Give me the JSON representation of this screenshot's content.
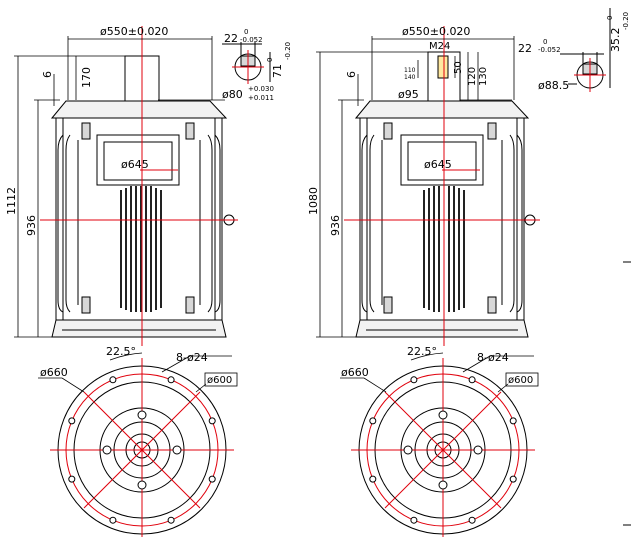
{
  "colors": {
    "line": "#000000",
    "center": "#e0000c",
    "fill_light": "#f2f2f2",
    "fill_dark": "#2a2a2a",
    "bolt_fill": "#d8d8d8"
  },
  "left": {
    "shaft_dia": "ø550±0.020",
    "key_width": "22",
    "key_width_tol_up": "0",
    "key_width_tol_low": "-0.052",
    "shaft_key_depth": "71",
    "shaft_key_depth_tol_up": "0",
    "shaft_key_depth_tol_low": "-0.20",
    "shaft_len": "170",
    "top_gap": "6",
    "shaft_dia2": "ø80",
    "shaft_dia2_tol_up": "+0.030",
    "shaft_dia2_tol_low": "+0.011",
    "body_dia": "ø645",
    "total_height": "1112",
    "body_height": "936",
    "bolt_circle": "ø660",
    "angle": "22.5°",
    "holes": "8-ø24",
    "spigot": "ø600"
  },
  "right": {
    "shaft_dia": "ø550±0.020",
    "thread": "M24",
    "key_width": "22",
    "key_width_tol_up": "0",
    "key_width_tol_low": "-0.052",
    "key_depth": "35.2",
    "key_depth_tol_up": "0",
    "key_depth_tol_low": "-0.20",
    "dim_50": "50",
    "dim_120": "120",
    "dim_130": "130",
    "dim_140": "140",
    "dim_110": "110",
    "top_gap": "6",
    "shaft_dia2": "ø95",
    "key_dia": "ø88.5",
    "body_dia": "ø645",
    "total_height": "1080",
    "body_height": "936",
    "bolt_circle": "ø660",
    "angle": "22.5°",
    "holes": "8-ø24",
    "spigot": "ø600"
  }
}
